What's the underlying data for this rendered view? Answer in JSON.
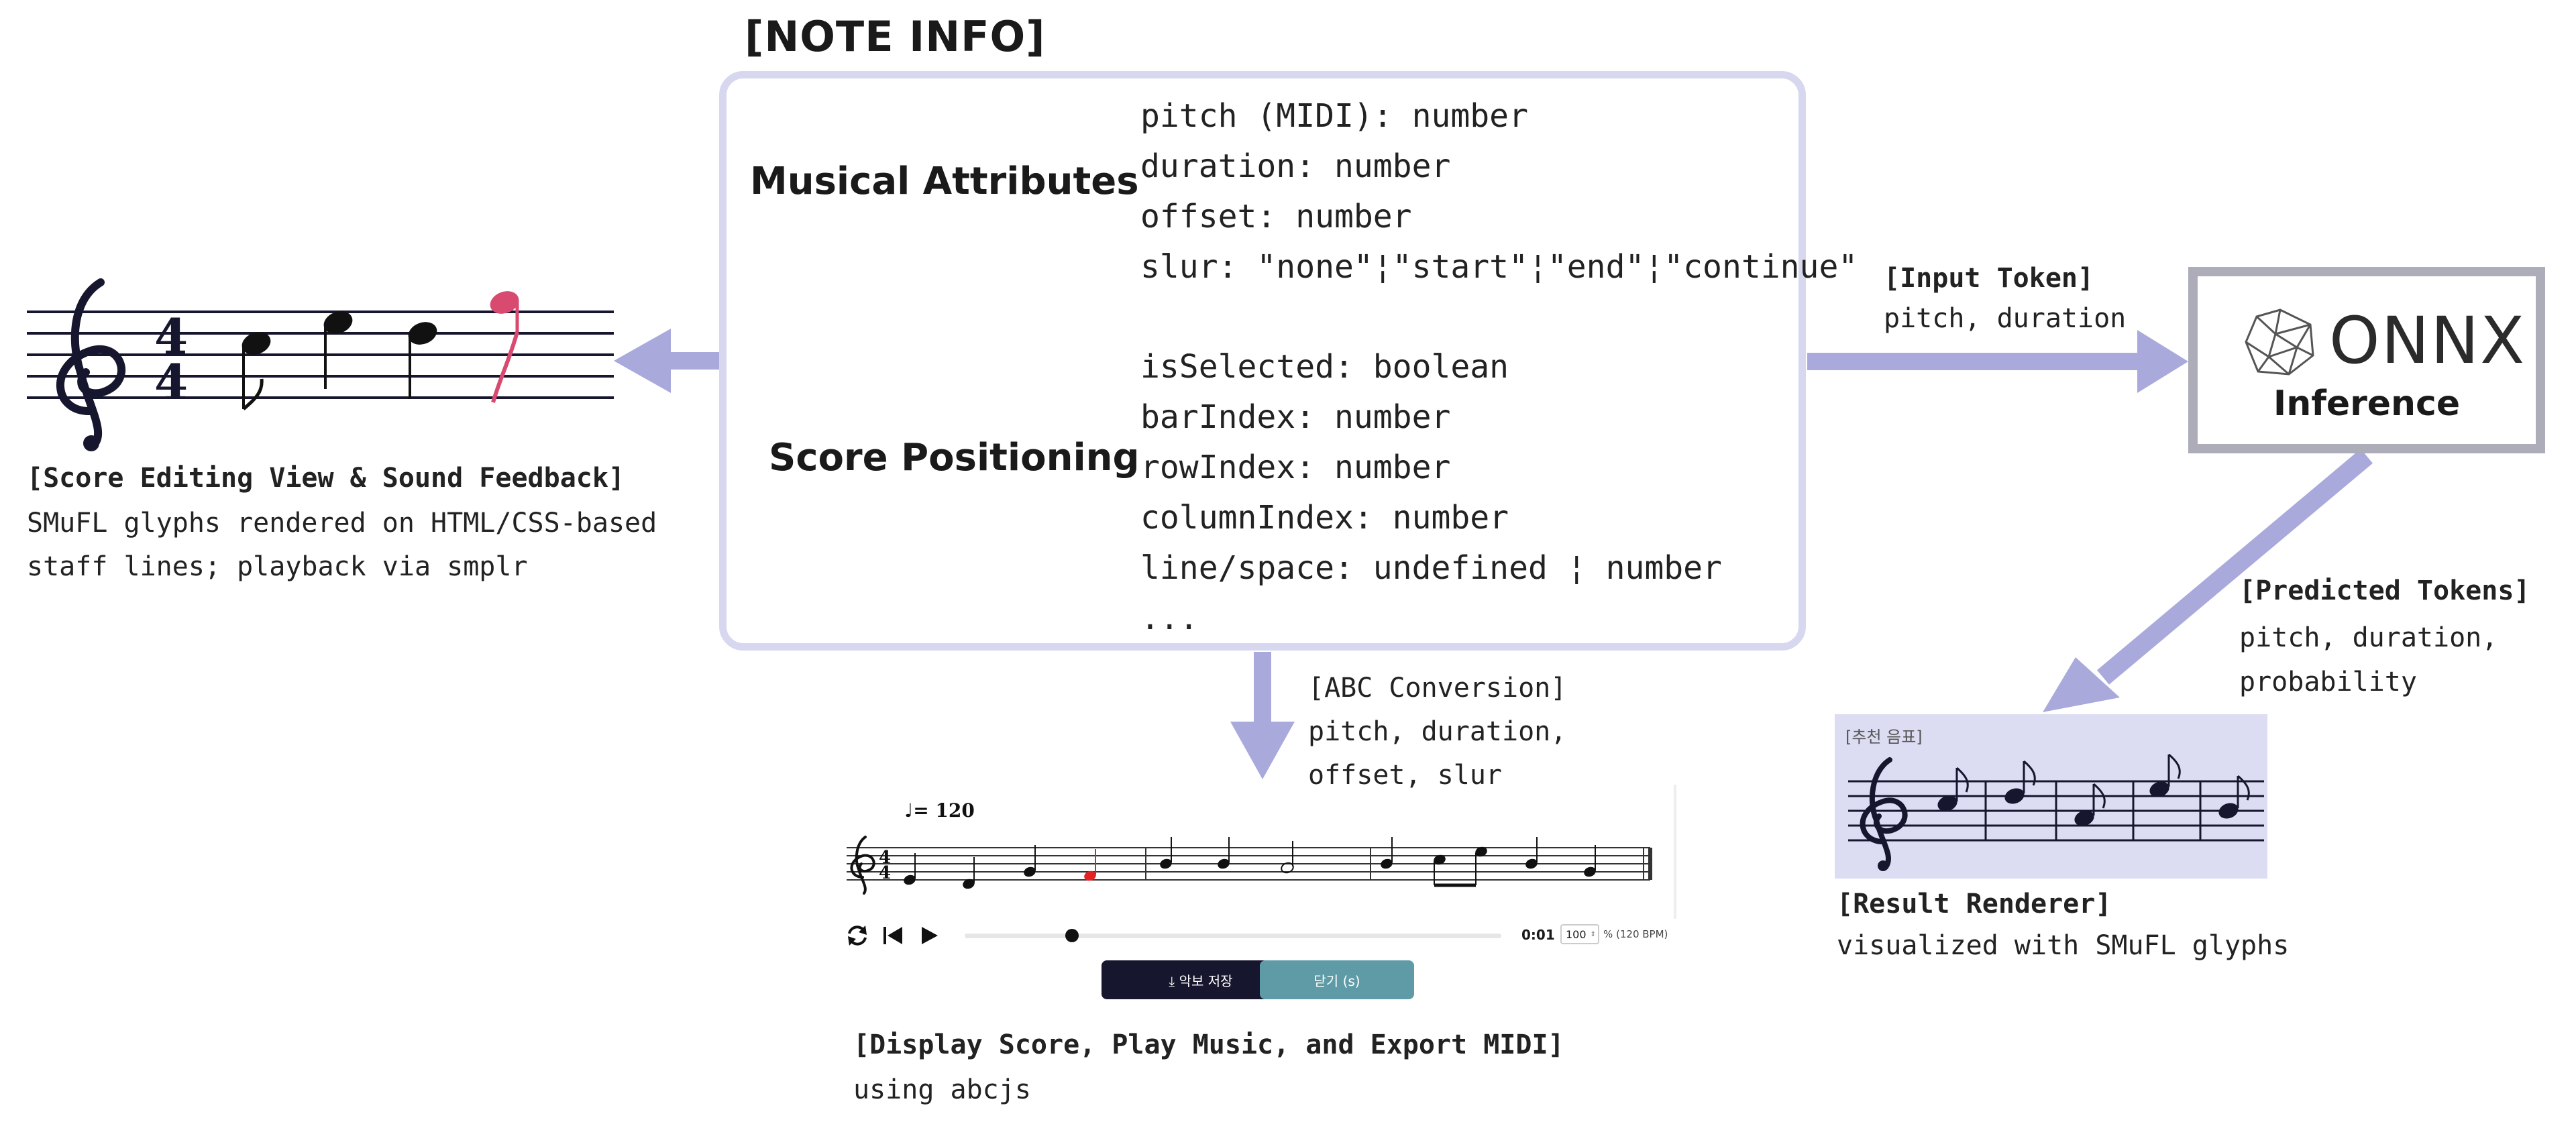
{
  "note_info": {
    "title": "[NOTE INFO]",
    "musical": {
      "label": "Musical Attributes",
      "attrs": [
        "pitch (MIDI): number",
        "duration: number",
        "offset: number",
        "slur: \"none\"¦\"start\"¦\"end\"¦\"continue\""
      ]
    },
    "score": {
      "label": "Score Positioning",
      "attrs": [
        "isSelected: boolean",
        "barIndex: number",
        "rowIndex: number",
        "columnIndex: number",
        "line/space: undefined ¦ number",
        "..."
      ]
    }
  },
  "score_editing": {
    "heading": "[Score Editing View & Sound Feedback]",
    "lines": [
      "SMuFL glyphs rendered on HTML/CSS-based",
      "staff lines; playback via smplr"
    ],
    "time_signature": [
      "4",
      "4"
    ]
  },
  "input_token": {
    "heading": "[Input Token]",
    "text": "pitch, duration"
  },
  "onnx": {
    "word": "ONNX",
    "sub": "Inference"
  },
  "predicted_tokens": {
    "heading": "[Predicted Tokens]",
    "lines": [
      "pitch, duration,",
      "probability"
    ]
  },
  "result_renderer": {
    "badge": "[추천 음표]",
    "heading": "[Result Renderer]",
    "text": "visualized with SMuFL glyphs"
  },
  "abc_conversion": {
    "heading": "[ABC Conversion]",
    "lines": [
      "pitch, duration,",
      "offset, slur"
    ]
  },
  "abcjs_display": {
    "tempo": "♩= 120",
    "time_signature": [
      "4",
      "4"
    ],
    "time_display": "0:01",
    "speed_value": "100",
    "speed_suffix": "% (120 BPM)",
    "progress": 0.2,
    "save_button": "⤓ 악보 저장",
    "close_button": "닫기 (s)",
    "heading": "[Display Score, Play Music, and Export MIDI]",
    "text": "using abcjs"
  },
  "colors": {
    "arrow": "#a9a9dc",
    "box_border": "#d7d7ef",
    "accent_note": "#d84a6f",
    "dark": "#16162e",
    "teal_button": "#5f9ba6"
  }
}
